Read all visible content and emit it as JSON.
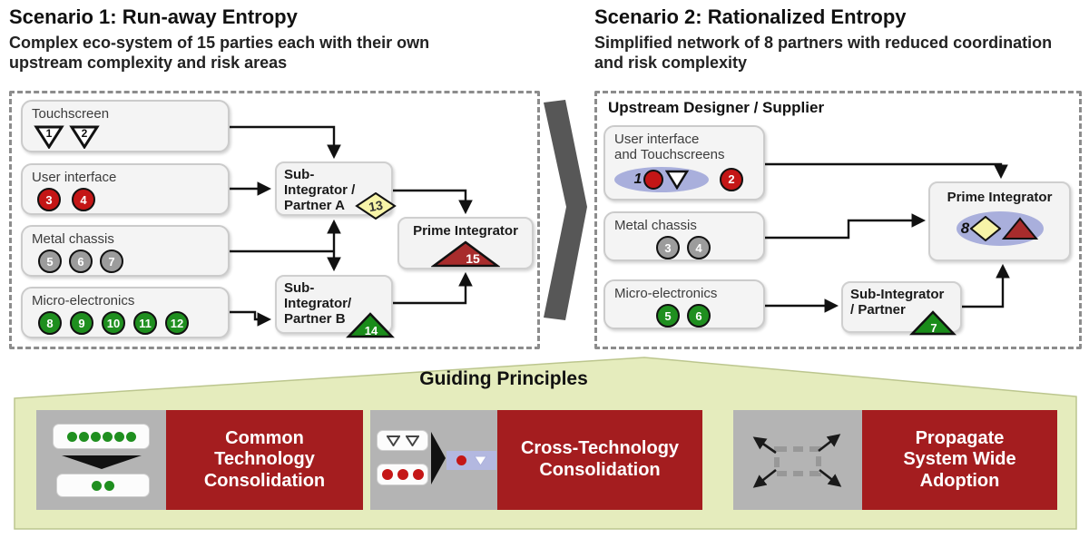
{
  "scenario1": {
    "title": "Scenario 1: Run-away Entropy",
    "subtitle": "Complex eco-system of 15 parties each with their own upstream complexity and risk areas",
    "groups": [
      {
        "label": "Touchscreen",
        "chips": [
          "1",
          "2"
        ]
      },
      {
        "label": "User interface",
        "chips": [
          "3",
          "4"
        ]
      },
      {
        "label": "Metal chassis",
        "chips": [
          "5",
          "6",
          "7"
        ]
      },
      {
        "label": "Micro-electronics",
        "chips": [
          "8",
          "9",
          "10",
          "11",
          "12"
        ]
      }
    ],
    "sub_integrator_a": {
      "label": "Sub-\nIntegrator /\nPartner A",
      "badge": "13"
    },
    "sub_integrator_b": {
      "label": "Sub-\nIntegrator/\nPartner B",
      "badge": "14"
    },
    "prime_integrator": {
      "label": "Prime Integrator",
      "badge": "15"
    }
  },
  "scenario2": {
    "title": "Scenario 2: Rationalized Entropy",
    "subtitle": "Simplified network of 8 partners with reduced coordination and risk complexity",
    "region_label": "Upstream Designer / Supplier",
    "groups": [
      {
        "label": "User interface\nand Touchscreens",
        "cluster_number": "1",
        "chips": [
          "2"
        ]
      },
      {
        "label": "Metal chassis",
        "chips": [
          "3",
          "4"
        ]
      },
      {
        "label": "Micro-electronics",
        "chips": [
          "5",
          "6"
        ]
      }
    ],
    "sub_integrator": {
      "label": "Sub-Integrator\n/ Partner",
      "badge": "7"
    },
    "prime_integrator": {
      "label": "Prime Integrator",
      "cluster_number": "8"
    }
  },
  "guiding_principles": {
    "title": "Guiding Principles",
    "cards": [
      {
        "label": "Common\nTechnology\nConsolidation"
      },
      {
        "label": "Cross-Technology\nConsolidation"
      },
      {
        "label": "Propagate\nSystem Wide\nAdoption"
      }
    ]
  },
  "colors": {
    "chip_red": "#c41616",
    "chip_gray": "#9c9c9c",
    "chip_green": "#1f8f1f",
    "badge_yellow": "#f7f4a8",
    "badge_dark_red": "#a82c2c",
    "cluster_lavender": "#a9afdc",
    "card_red": "#a41d1f",
    "card_gray": "#b4b4b4",
    "banner_green": "#e5ecbd",
    "chevron_gray": "#575757"
  }
}
